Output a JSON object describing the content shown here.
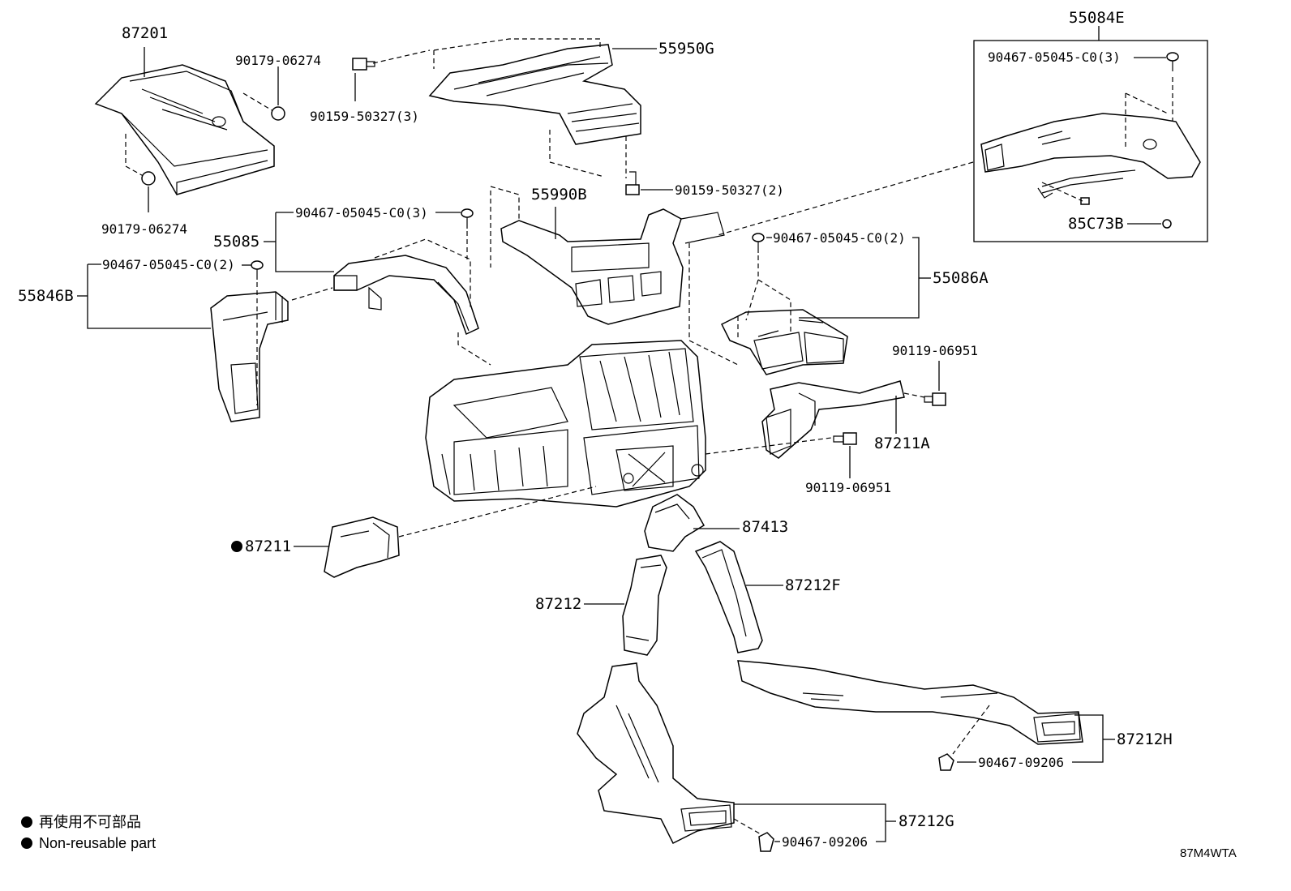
{
  "labels": {
    "p87201": "87201",
    "p90179_a": "90179-06274",
    "p90179_b": "90179-06274",
    "p90159_a": "90159-50327(3)",
    "p55950G": "55950G",
    "p90159_b": "90159-50327(2)",
    "p55990B": "55990B",
    "p55084E": "55084E",
    "p90467_box": "90467-05045-C0(3)",
    "p85C73B": "85C73B",
    "p90467_3": "90467-05045-C0(3)",
    "p55085": "55085",
    "p90467_2a": "90467-05045-C0(2)",
    "p55846B": "55846B",
    "p90467_2b": "90467-05045-C0(2)",
    "p55086A": "55086A",
    "p90119_a": "90119-06951",
    "p87211A": "87211A",
    "p90119_b": "90119-06951",
    "p87211": "87211",
    "p87413": "87413",
    "p87212F": "87212F",
    "p87212": "87212",
    "p87212H": "87212H",
    "p90467_09206_a": "90467-09206",
    "p87212G": "87212G",
    "p90467_09206_b": "90467-09206"
  },
  "legend": {
    "jp": "再使用不可部品",
    "en": "Non-reusable part"
  },
  "diagram_code": "87M4WTA"
}
